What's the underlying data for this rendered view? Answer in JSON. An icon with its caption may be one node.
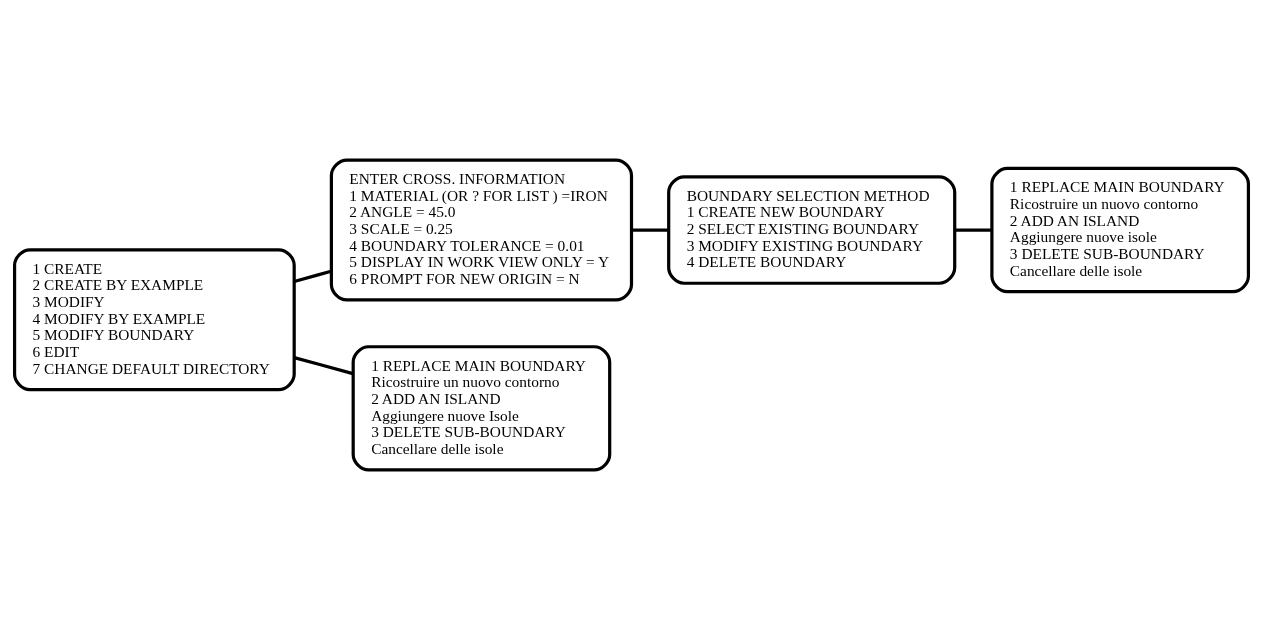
{
  "diagram": {
    "nodes": [
      {
        "text": [
          "1 CREATE",
          "2 CREATE BY EXAMPLE",
          "3 MODIFY",
          "4 MODIFY BY EXAMPLE",
          "5 MODIFY BOUNDARY",
          "6 EDIT",
          "7 CHANGE DEFAULT DIRECTORY"
        ]
      },
      {
        "text": [
          "ENTER CROSS. INFORMATION",
          "1 MATERIAL (OR ? FOR LIST ) =IRON",
          "2 ANGLE = 45.0",
          "3 SCALE = 0.25",
          "4 BOUNDARY TOLERANCE = 0.01",
          "5 DISPLAY IN WORK VIEW ONLY = Y",
          "6 PROMPT FOR NEW ORIGIN = N"
        ]
      },
      {
        "text": [
          "BOUNDARY SELECTION METHOD",
          "1 CREATE NEW BOUNDARY",
          "2 SELECT EXISTING BOUNDARY",
          "3 MODIFY EXISTING BOUNDARY",
          "4 DELETE BOUNDARY"
        ]
      },
      {
        "text": [
          "1 REPLACE MAIN BOUNDARY",
          "Ricostruire un nuovo contorno",
          "2 ADD AN ISLAND",
          "Aggiungere nuove isole",
          "3 DELETE SUB-BOUNDARY",
          "Cancellare delle isole"
        ]
      },
      {
        "text": [
          "1 REPLACE MAIN BOUNDARY",
          "Ricostruire un nuovo contorno",
          "2 ADD AN ISLAND",
          "Aggiungere nuove Isole",
          "3 DELETE SUB-BOUNDARY",
          "Cancellare delle isole"
        ]
      }
    ],
    "edges": [
      {
        "from": 0,
        "to": 1,
        "arrow": "none"
      },
      {
        "from": 1,
        "to": 2,
        "arrow": "none"
      },
      {
        "from": 2,
        "to": 3,
        "arrow": "none"
      },
      {
        "from": 0,
        "to": 4,
        "arrow": "none"
      }
    ]
  }
}
